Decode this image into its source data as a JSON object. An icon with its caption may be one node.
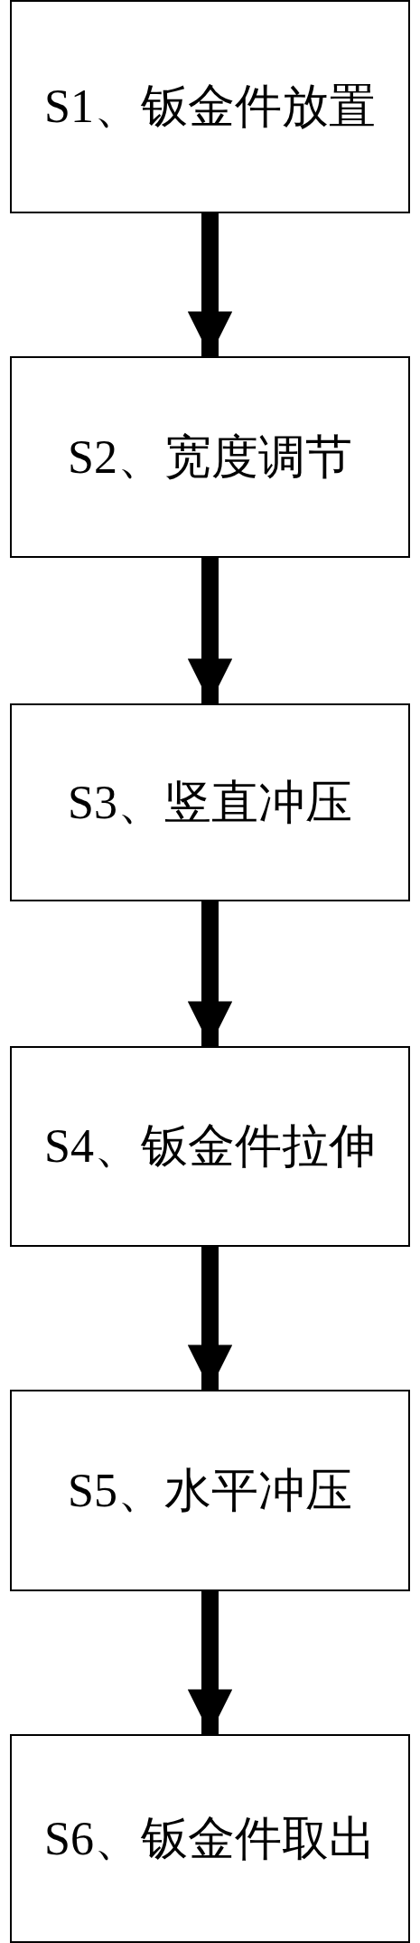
{
  "diagram": {
    "nodes": [
      {
        "text": [
          "S1、钣金件放置"
        ]
      },
      {
        "text": [
          "S2、宽度调节"
        ]
      },
      {
        "text": [
          "S3、竖直冲压"
        ]
      },
      {
        "text": [
          "S4、钣金件拉伸"
        ]
      },
      {
        "text": [
          "S5、水平冲压"
        ]
      },
      {
        "text": [
          "S6、钣金件取出"
        ]
      }
    ],
    "edges": [
      {
        "from": 0,
        "to": 1,
        "arrow": "to"
      },
      {
        "from": 1,
        "to": 2,
        "arrow": "to"
      },
      {
        "from": 2,
        "to": 3,
        "arrow": "to"
      },
      {
        "from": 3,
        "to": 4,
        "arrow": "to"
      },
      {
        "from": 4,
        "to": 5,
        "arrow": "to"
      }
    ]
  }
}
